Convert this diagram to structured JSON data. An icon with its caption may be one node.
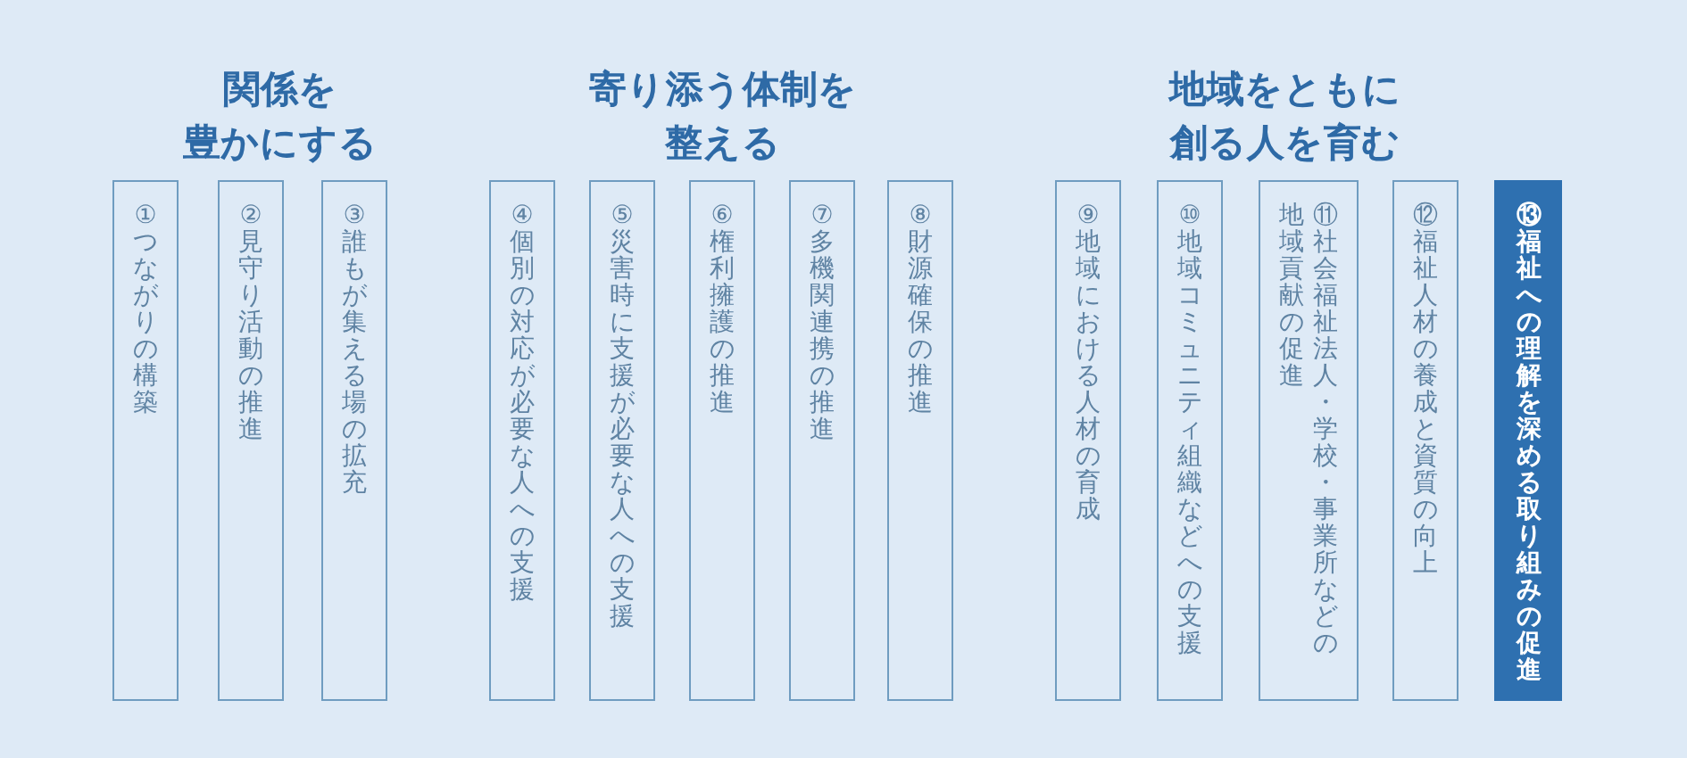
{
  "diagram": {
    "nodes": [
      {
        "text": [
          "①つながりの構築"
        ]
      },
      {
        "text": [
          "②見守り活動の推進"
        ]
      },
      {
        "text": [
          "③誰もが集える場の拡充"
        ]
      },
      {
        "text": [
          "④個別の対応が必要な人への支援"
        ]
      },
      {
        "text": [
          "⑤災害時に支援が必要な人への支援"
        ]
      },
      {
        "text": [
          "⑥権利擁護の推進"
        ]
      },
      {
        "text": [
          "⑦多機関連携の推進"
        ]
      },
      {
        "text": [
          "⑧財源確保の推進"
        ]
      },
      {
        "text": [
          "⑨地域における人材の育成"
        ]
      },
      {
        "text": [
          "⑩地域コミュニティ組織などへの支援"
        ]
      },
      {
        "text": [
          "⑪社会福祉法人・学校・事業所などの地域貢献の促進"
        ]
      },
      {
        "text": [
          "⑫福祉人材の養成と資質の向上"
        ]
      },
      {
        "text": [
          "⑬福祉への理解を深める取り組みの促進"
        ]
      }
    ],
    "edges": [],
    "labels": [
      "関係を豊かにする",
      "寄り添う体制を整える",
      "地域をともに創る人を育む"
    ]
  }
}
